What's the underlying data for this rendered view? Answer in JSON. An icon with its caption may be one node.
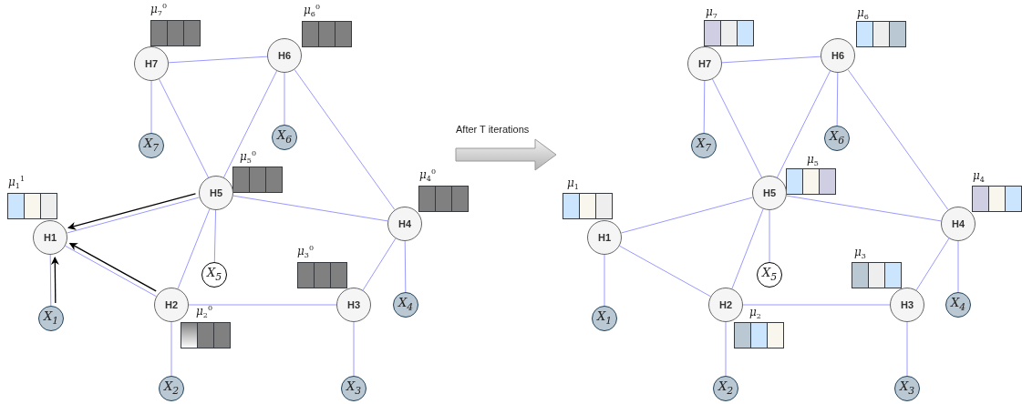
{
  "diagram": {
    "nodes": [
      {
        "text": [
          "H1"
        ]
      },
      {
        "text": [
          "H2"
        ]
      },
      {
        "text": [
          "H3"
        ]
      },
      {
        "text": [
          "H4"
        ]
      },
      {
        "text": [
          "H5"
        ]
      },
      {
        "text": [
          "H6"
        ]
      },
      {
        "text": [
          "H7"
        ]
      },
      {
        "text": [
          "X$_{1}$"
        ]
      },
      {
        "text": [
          "X$_{2}$"
        ]
      },
      {
        "text": [
          "X$_{3}$"
        ]
      },
      {
        "text": [
          "X$_{4}$"
        ]
      },
      {
        "text": [
          "X$_{5}$"
        ]
      },
      {
        "text": [
          "X$_{6}$"
        ]
      },
      {
        "text": [
          "X$_{7}$"
        ]
      },
      {
        "text": [
          "H1"
        ]
      },
      {
        "text": [
          "H2"
        ]
      },
      {
        "text": [
          "H3"
        ]
      },
      {
        "text": [
          "H4"
        ]
      },
      {
        "text": [
          "H5"
        ]
      },
      {
        "text": [
          "H6"
        ]
      },
      {
        "text": [
          "H7"
        ]
      },
      {
        "text": [
          "X$_{1}$"
        ]
      },
      {
        "text": [
          "X$_{2}$"
        ]
      },
      {
        "text": [
          "X$_{3}$"
        ]
      },
      {
        "text": [
          "X$_{4}$"
        ]
      },
      {
        "text": [
          "X$_{5}$"
        ]
      },
      {
        "text": [
          "X$_{6}$"
        ]
      },
      {
        "text": [
          "X$_{7}$"
        ]
      }
    ],
    "edges": [
      {
        "from": 6,
        "to": 5,
        "arrow": "none"
      },
      {
        "from": 6,
        "to": 13,
        "arrow": "none"
      },
      {
        "from": 6,
        "to": 4,
        "arrow": "none"
      },
      {
        "from": 5,
        "to": 4,
        "arrow": "none"
      },
      {
        "from": 5,
        "to": 12,
        "arrow": "none"
      },
      {
        "from": 5,
        "to": 3,
        "arrow": "none"
      },
      {
        "from": 4,
        "to": 0,
        "arrow": "none"
      },
      {
        "from": 4,
        "to": 3,
        "arrow": "none"
      },
      {
        "from": 4,
        "to": 11,
        "arrow": "none"
      },
      {
        "from": 4,
        "to": 1,
        "arrow": "none"
      },
      {
        "from": 3,
        "to": 2,
        "arrow": "none"
      },
      {
        "from": 3,
        "to": 10,
        "arrow": "none"
      },
      {
        "from": 2,
        "to": 1,
        "arrow": "none"
      },
      {
        "from": 2,
        "to": 9,
        "arrow": "none"
      },
      {
        "from": 1,
        "to": 0,
        "arrow": "none"
      },
      {
        "from": 1,
        "to": 8,
        "arrow": "none"
      },
      {
        "from": 0,
        "to": 7,
        "arrow": "none"
      },
      {
        "from": 4,
        "to": 0,
        "arrow": "to",
        "color": "#000000"
      },
      {
        "from": 1,
        "to": 0,
        "arrow": "to",
        "color": "#000000"
      },
      {
        "from": 7,
        "to": 0,
        "arrow": "to",
        "color": "#000000"
      },
      {
        "from": 20,
        "to": 19,
        "arrow": "none"
      },
      {
        "from": 20,
        "to": 27,
        "arrow": "none"
      },
      {
        "from": 20,
        "to": 18,
        "arrow": "none"
      },
      {
        "from": 19,
        "to": 18,
        "arrow": "none"
      },
      {
        "from": 19,
        "to": 26,
        "arrow": "none"
      },
      {
        "from": 19,
        "to": 17,
        "arrow": "none"
      },
      {
        "from": 18,
        "to": 14,
        "arrow": "none"
      },
      {
        "from": 18,
        "to": 17,
        "arrow": "none"
      },
      {
        "from": 18,
        "to": 25,
        "arrow": "none"
      },
      {
        "from": 18,
        "to": 15,
        "arrow": "none"
      },
      {
        "from": 17,
        "to": 16,
        "arrow": "none"
      },
      {
        "from": 17,
        "to": 24,
        "arrow": "none"
      },
      {
        "from": 16,
        "to": 15,
        "arrow": "none"
      },
      {
        "from": 16,
        "to": 23,
        "arrow": "none"
      },
      {
        "from": 15,
        "to": 14,
        "arrow": "none"
      },
      {
        "from": 15,
        "to": 22,
        "arrow": "none"
      },
      {
        "from": 14,
        "to": 21,
        "arrow": "none"
      }
    ],
    "labels": [
      "μ$_{7}$$^{0}$",
      "μ$_{6}$$^{0}$",
      "μ$_{5}$$^{0}$",
      "μ$_{1}$$^{1}$",
      "μ$_{4}$$^{0}$",
      "μ$_{3}$$^{0}$",
      "μ$_{2}$$^{0}$",
      "After T iterations",
      "μ$_{7}$",
      "μ$_{6}$",
      "μ$_{5}$",
      "μ$_{1}$",
      "μ$_{4}$",
      "μ$_{3}$",
      "μ$_{2}$"
    ]
  }
}
